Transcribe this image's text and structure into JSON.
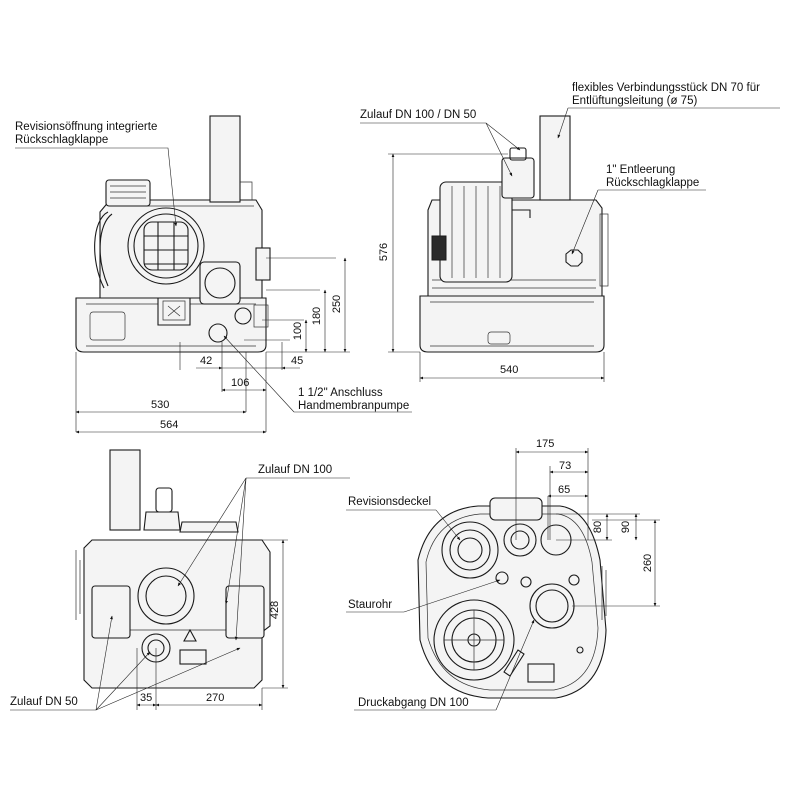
{
  "labels": {
    "revision_opening": "Revisionsöffnung integrierte",
    "revision_opening_2": "Rückschlagklappe",
    "inlet_top": "Zulauf DN 100 / DN 50",
    "flex_connector": "flexibles Verbindungsstück DN 70 für",
    "flex_connector_2": "Entlüftungsleitung (ø 75)",
    "drain": "1\" Entleerung",
    "drain_2": "Rückschlagklappe",
    "hand_pump": "1 1/2\" Anschluss",
    "hand_pump_2": "Handmembranpumpe",
    "inlet_dn100": "Zulauf DN 100",
    "inlet_dn50": "Zulauf DN 50",
    "revision_cover": "Revisionsdeckel",
    "baffle_pipe": "Staurohr",
    "pressure_outlet": "Druckabgang DN 100"
  },
  "dimensions": {
    "d530": "530",
    "d564": "564",
    "d42": "42",
    "d106": "106",
    "d45": "45",
    "d100": "100",
    "d180": "180",
    "d250": "250",
    "d576": "576",
    "d540": "540",
    "d428": "428",
    "d35": "35",
    "d270": "270",
    "d175": "175",
    "d73": "73",
    "d65": "65",
    "d80": "80",
    "d90": "90",
    "d260": "260"
  }
}
